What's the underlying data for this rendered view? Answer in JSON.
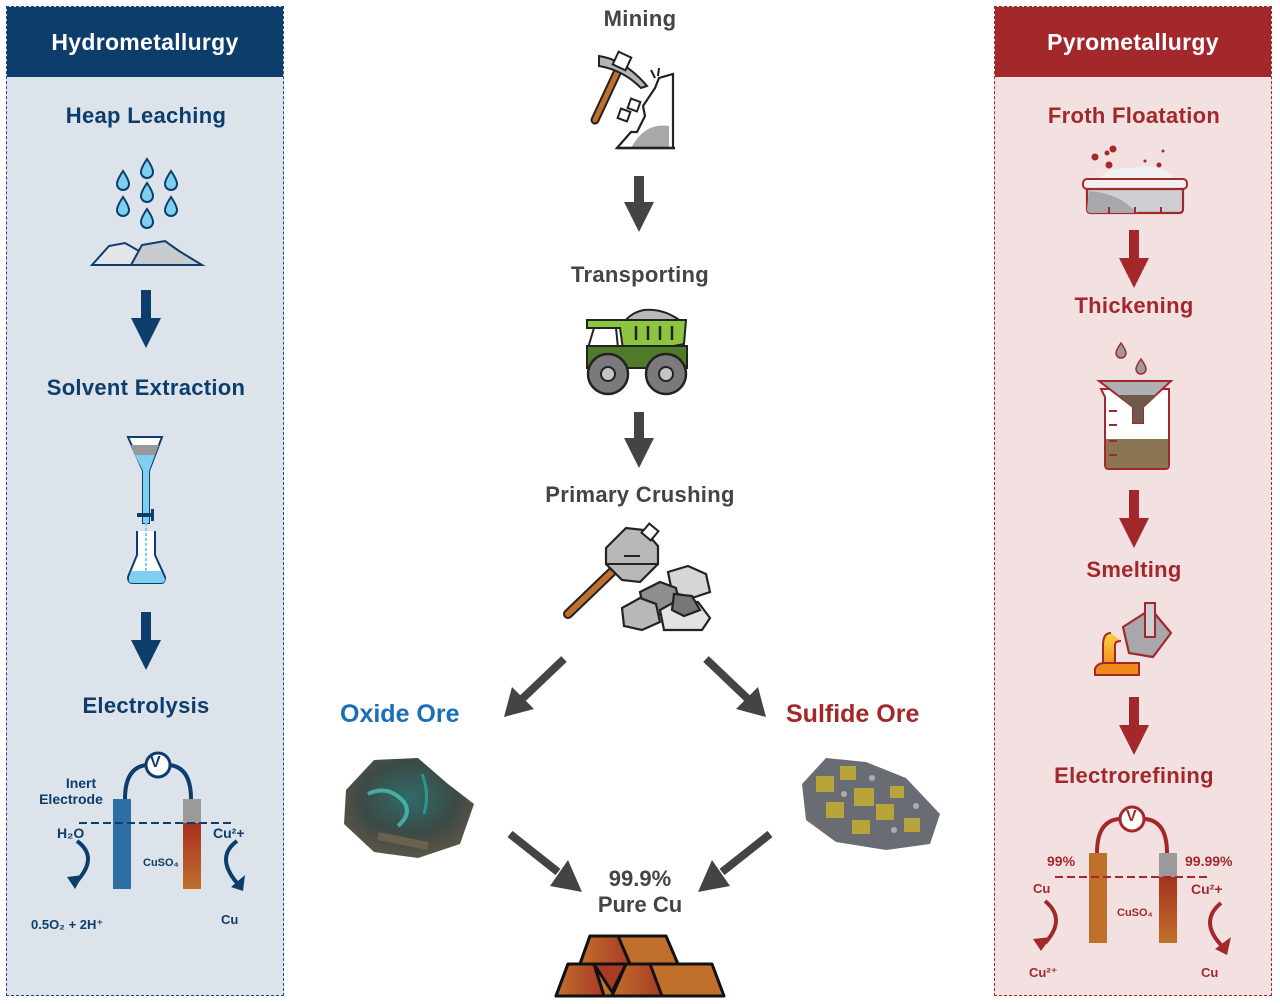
{
  "colors": {
    "hydro_primary": "#0d3d6b",
    "hydro_bg": "#dce3ea",
    "pyro_primary": "#a3282b",
    "pyro_bg": "#f3e1e2",
    "center_text": "#444444",
    "oxide_label": "#1a6fb5",
    "sulfide_label": "#a3282b",
    "copper": "#c0702a"
  },
  "hydrometallurgy": {
    "title": "Hydrometallurgy",
    "steps": [
      {
        "label": "Heap Leaching",
        "icon": "heap-leaching-icon"
      },
      {
        "label": "Solvent Extraction",
        "icon": "separatory-funnel-icon"
      },
      {
        "label": "Electrolysis",
        "icon": "electrolysis-cell-icon"
      }
    ],
    "electrolysis": {
      "voltmeter": "V",
      "electrode_label_line1": "Inert",
      "electrode_label_line2": "Electrode",
      "left_reactant": "H₂O",
      "left_product": "0.5O₂ + 2H⁺",
      "electrolyte": "CuSO₄",
      "right_reactant": "Cu²+",
      "right_product": "Cu"
    }
  },
  "mining_flow": {
    "steps": [
      {
        "label": "Mining",
        "icon": "pickaxe-mining-icon"
      },
      {
        "label": "Transporting",
        "icon": "dump-truck-icon"
      },
      {
        "label": "Primary Crushing",
        "icon": "hammer-rocks-icon"
      }
    ],
    "oxide_ore": "Oxide Ore",
    "sulfide_ore": "Sulfide Ore",
    "result_line1": "99.9%",
    "result_line2": "Pure Cu",
    "result_icon": "copper-ingots-icon"
  },
  "pyrometallurgy": {
    "title": "Pyrometallurgy",
    "steps": [
      {
        "label": "Froth Floatation",
        "icon": "flotation-tank-icon"
      },
      {
        "label": "Thickening",
        "icon": "funnel-beaker-icon"
      },
      {
        "label": "Smelting",
        "icon": "smelting-crucible-icon"
      },
      {
        "label": "Electrorefining",
        "icon": "electrorefining-cell-icon"
      }
    ],
    "electrorefining": {
      "voltmeter": "V",
      "anode_purity": "99%",
      "cathode_purity": "99.99%",
      "left_reactant": "Cu",
      "left_product": "Cu²⁺",
      "electrolyte": "CuSO₄",
      "right_reactant": "Cu²+",
      "right_product": "Cu"
    }
  }
}
